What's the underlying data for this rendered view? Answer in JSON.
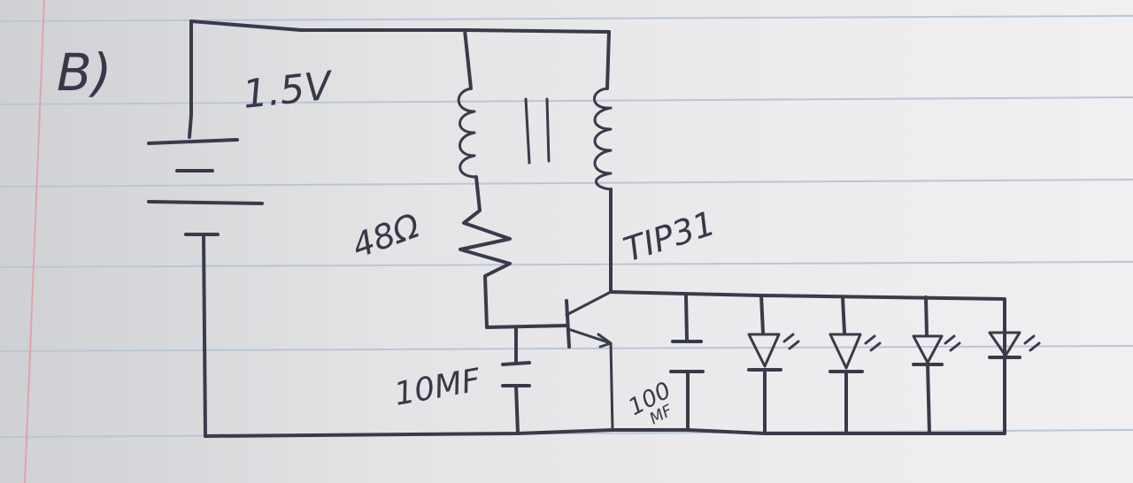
{
  "sheet": {
    "part_label": "B)",
    "components": {
      "battery": {
        "label": "1.5V"
      },
      "resistor": {
        "label": "48Ω"
      },
      "transistor": {
        "label": "TIP31"
      },
      "base_capacitor": {
        "label": "10MF"
      },
      "output_capacitor": {
        "value": "100",
        "unit": "MF"
      }
    }
  },
  "colors": {
    "ink": "#3b3a4a",
    "rule_line": "#b9c6d6",
    "margin_line": "#e0a3ab"
  }
}
